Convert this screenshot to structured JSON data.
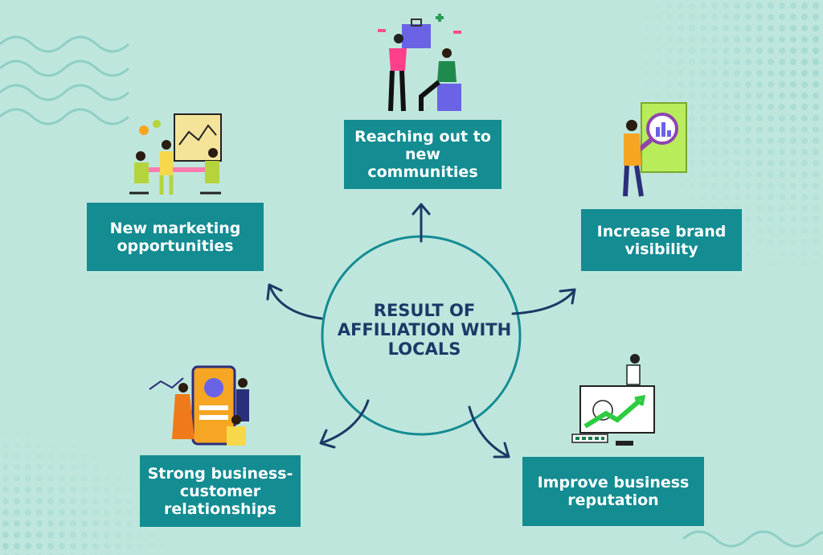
{
  "center": {
    "line1": "RESULT OF",
    "line2": "AFFILIATION WITH",
    "line3": "LOCALS"
  },
  "outcomes": {
    "reach": {
      "line1": "Reaching out to",
      "line2": "new communities"
    },
    "marketing": {
      "line1": "New marketing",
      "line2": "opportunities"
    },
    "brand": {
      "line1": "Increase brand",
      "line2": "visibility"
    },
    "relationships": {
      "line1": "Strong business-",
      "line2": "customer",
      "line3": "relationships"
    },
    "reputation": {
      "line1": "Improve business",
      "line2": "reputation"
    }
  },
  "colors": {
    "background": "#bfe6dd",
    "box": "#138c92",
    "box_text": "#ffffff",
    "circle": "#138c92",
    "arrow": "#1b3a66",
    "center_text": "#1b3a66",
    "decor": "#8fcfc6"
  }
}
